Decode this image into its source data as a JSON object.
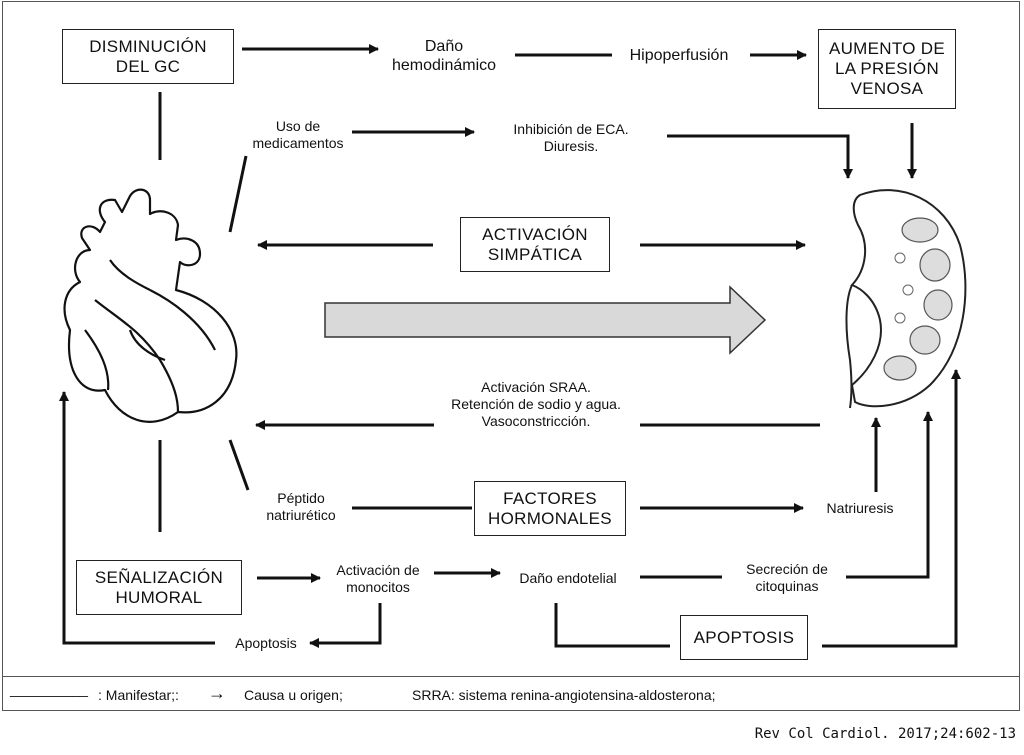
{
  "nodes": {
    "disminucion_gc": "DISMINUCIÓN\nDEL GC",
    "aumento_presion": "AUMENTO DE\nLA PRESIÓN\nVENOSA",
    "activacion_simpatica": "ACTIVACIÓN\nSIMPÁTICA",
    "factores_hormonales": "FACTORES\nHORMONALES",
    "senalizacion_humoral": "SEÑALIZACIÓN\nHUMORAL",
    "apoptosis_box": "APOPTOSIS"
  },
  "labels": {
    "dano_hemodinamico": "Daño\nhemodinámico",
    "hipoperfusion": "Hipoperfusión",
    "uso_medicamentos": "Uso de\nmedicamentos",
    "inhibicion_eca": "Inhibición de ECA.\nDiuresis.",
    "activacion_sraa": "Activación SRAA.\nRetención de sodio y agua.\nVasoconstricción.",
    "peptido": "Péptido\nnatriurético",
    "natriuresis": "Natriuresis",
    "activacion_monocitos": "Activación de\nmonocitos",
    "dano_endotelial": "Daño endotelial",
    "secrecion_citoquinas": "Secreción de\ncitoquinas",
    "apoptosis_text": "Apoptosis"
  },
  "legend": {
    "manifestar_line": "__________",
    "manifestar": ": Manifestar;:",
    "arrow": "→",
    "causa": "Causa u origen;",
    "srra": "SRRA: sistema renina-angiotensina-aldosterona;"
  },
  "citation": "Rev Col Cardiol. 2017;24:602-13"
}
